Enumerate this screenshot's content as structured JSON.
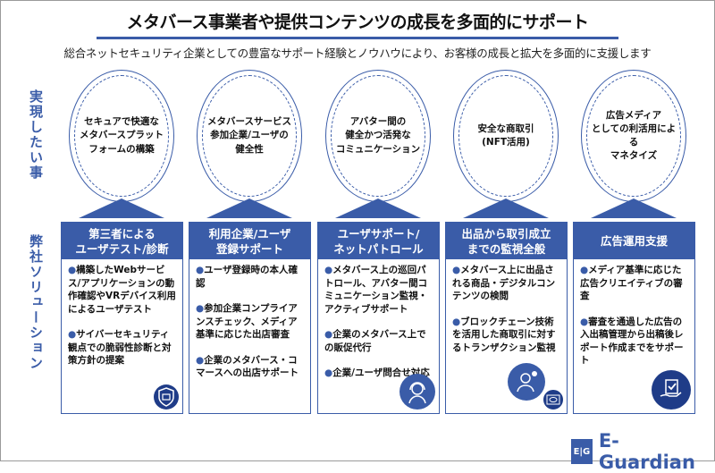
{
  "title": "メタバース事業者や提供コンテンツの成長を多面的にサポート",
  "subtitle": "総合ネットセキュリティ企業としての豊富なサポート経験とノウハウにより、お客様の成長と拡大を多面的に支援します",
  "side_labels": {
    "goals": "実現したい事",
    "solutions": "弊社ソリューション"
  },
  "goals": [
    "セキュアで快適な\nメタバースプラット\nフォームの構築",
    "メタバースサービス\n参加企業/ユーザの\n健全性",
    "アバター間の\n健全かつ活発な\nコミュニケーション",
    "安全な商取引\n(NFT活用)",
    "広告メディア\nとしての利活用による\nマネタイズ"
  ],
  "solutions": [
    {
      "title": "第三者による\nユーザテスト/診断",
      "items": [
        "構築したWebサービス/アプリケーションの動作確認やVRデバイス利用によるユーザテスト",
        "サイバーセキュリティ観点での脆弱性診断と対策方針の提案"
      ],
      "icon": "shield-icon"
    },
    {
      "title": "利用企業/ユーザ\n登録サポート",
      "items": [
        "ユーザ登録時の本人確認",
        "参加企業コンプライアンスチェック、メディア基準に応じた出店審査",
        "企業のメタバース・コマースへの出店サポート"
      ],
      "icon": ""
    },
    {
      "title": "ユーザサポート/\nネットパトロール",
      "items": [
        "メタバース上の巡回パトロール、アバター間コミュニケーション監視・アクティブサポート",
        "企業のメタバース上での販促代行",
        "企業/ユーザ問合せ対応"
      ],
      "icon": "headset-operator-icon"
    },
    {
      "title": "出品から取引成立\nまでの監視全般",
      "items": [
        "メタバース上に出品される商品・デジタルコンテンツの検閲",
        "ブロックチェーン技術を活用した商取引に対するトランザクション監視"
      ],
      "icon": "monitoring-operator-icon"
    },
    {
      "title": "広告運用支援",
      "items": [
        "メディア基準に応じた広告クリエイティブの審査",
        "審査を通過した広告の入出稿管理から出稿後レポート作成までをサポート"
      ],
      "icon": "approval-hand-icon"
    }
  ],
  "logo": {
    "mark": "E|G",
    "name": "E-Guardian"
  },
  "colors": {
    "accent": "#3a5ca8",
    "dark": "#1f3c88"
  }
}
